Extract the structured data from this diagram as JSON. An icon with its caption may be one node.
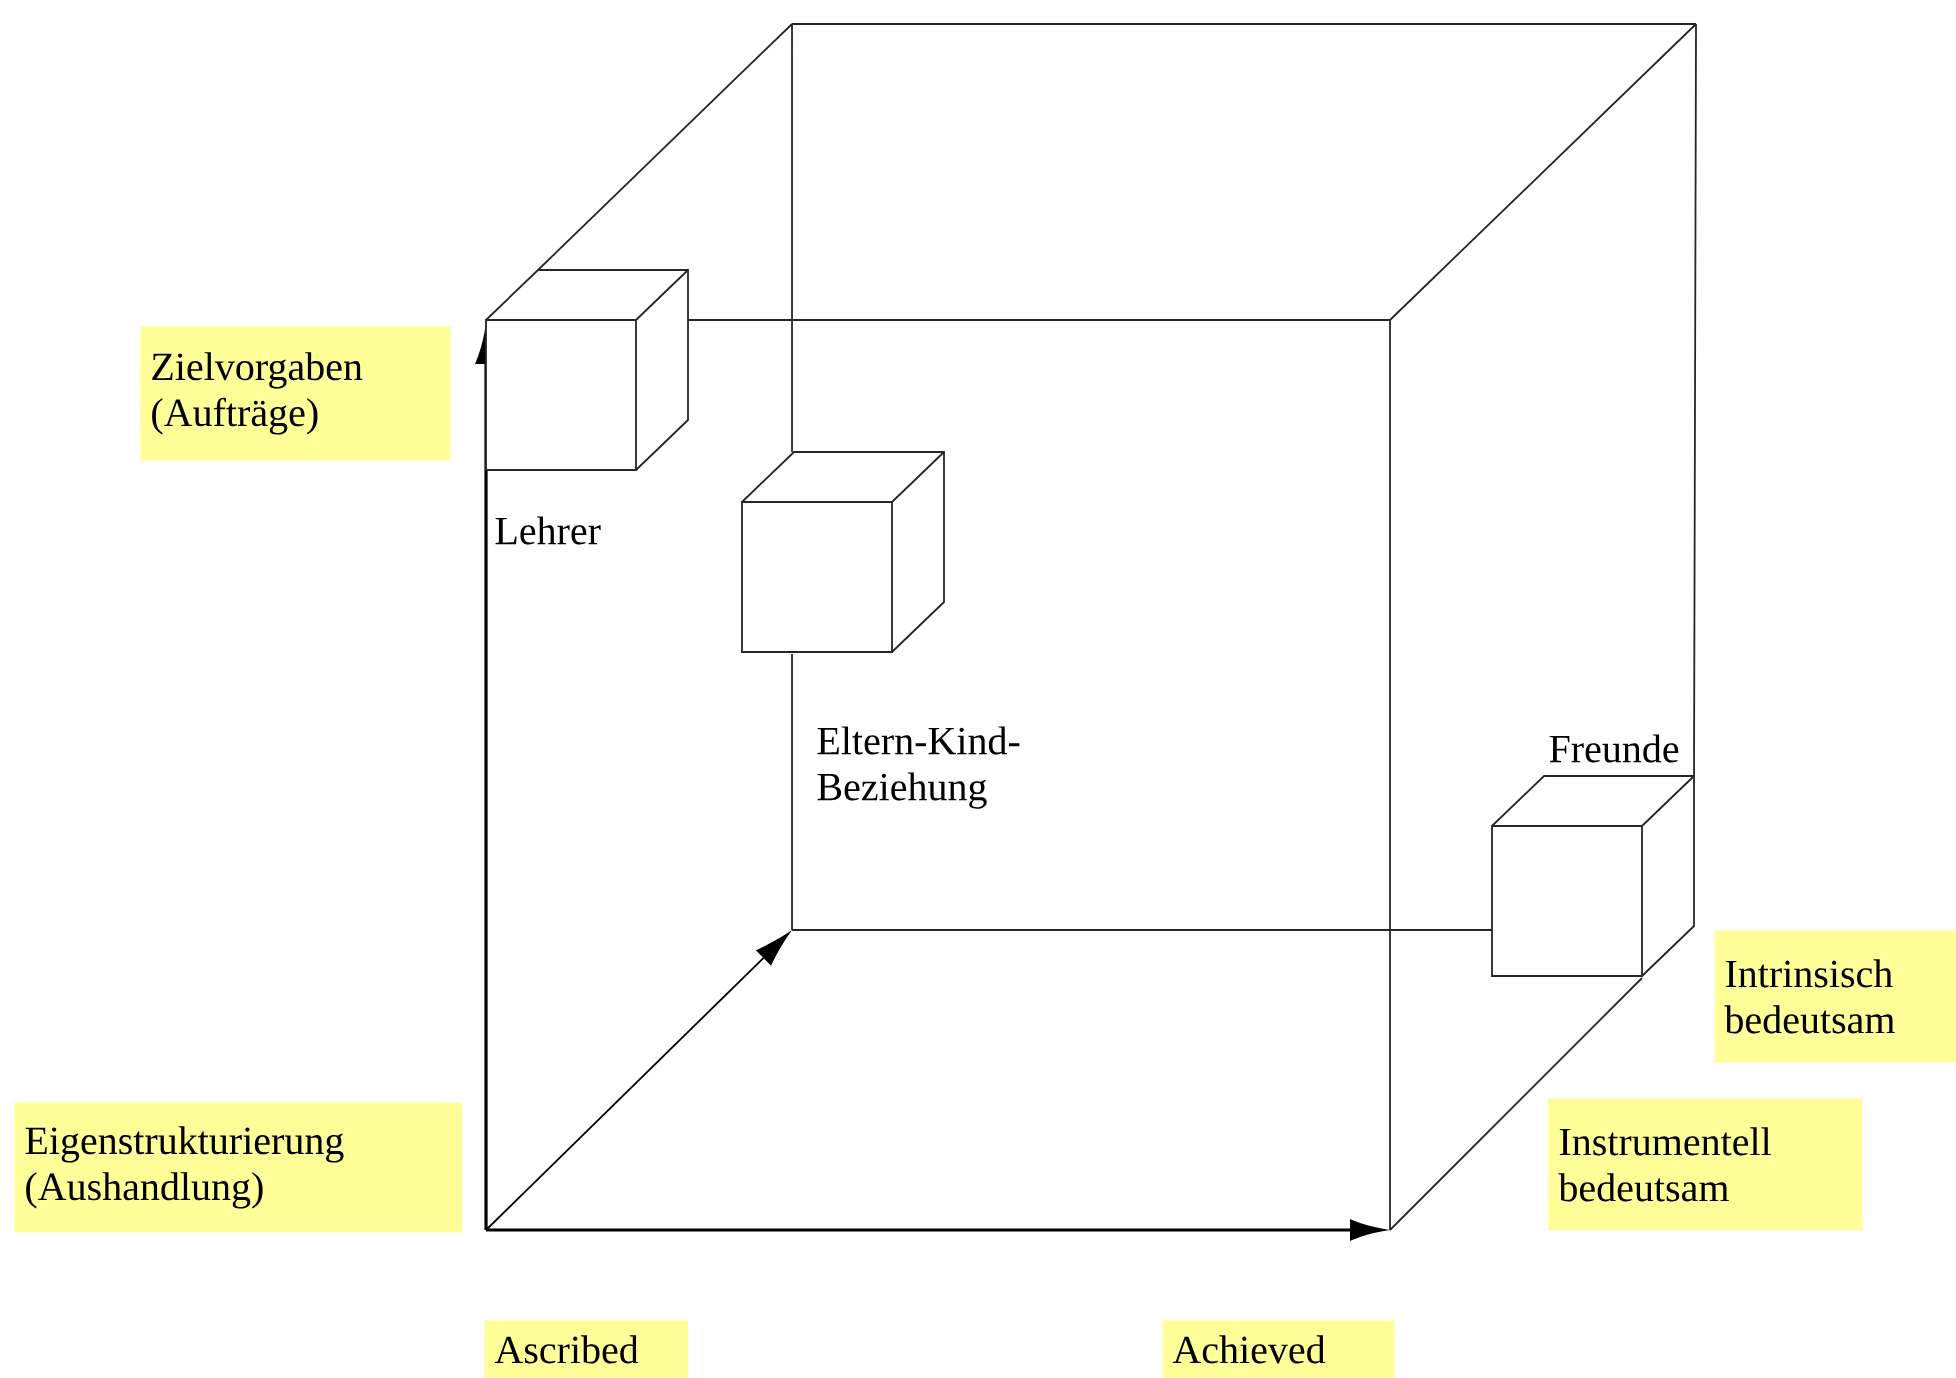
{
  "diagram": {
    "nodes": [
      {
        "text": [
          "Zielvorgaben (Aufträge)"
        ]
      },
      {
        "text": [],
        "shape": "cube",
        "beside": [
          "Lehrer"
        ]
      },
      {
        "text": [],
        "shape": "cube",
        "beside": [
          "Eltern-Kind-Beziehung"
        ]
      },
      {
        "text": [],
        "shape": "cube",
        "beside": [
          "Freunde"
        ]
      },
      {
        "text": [
          "Intrinsisch bedeutsam"
        ]
      },
      {
        "text": [
          "Eigenstrukturierung (Aushandlung)"
        ]
      },
      {
        "text": [
          "Instrumentell bedeutsam"
        ]
      },
      {
        "text": [
          "Ascribed"
        ]
      },
      {
        "text": [
          "Achieved"
        ]
      }
    ]
  }
}
